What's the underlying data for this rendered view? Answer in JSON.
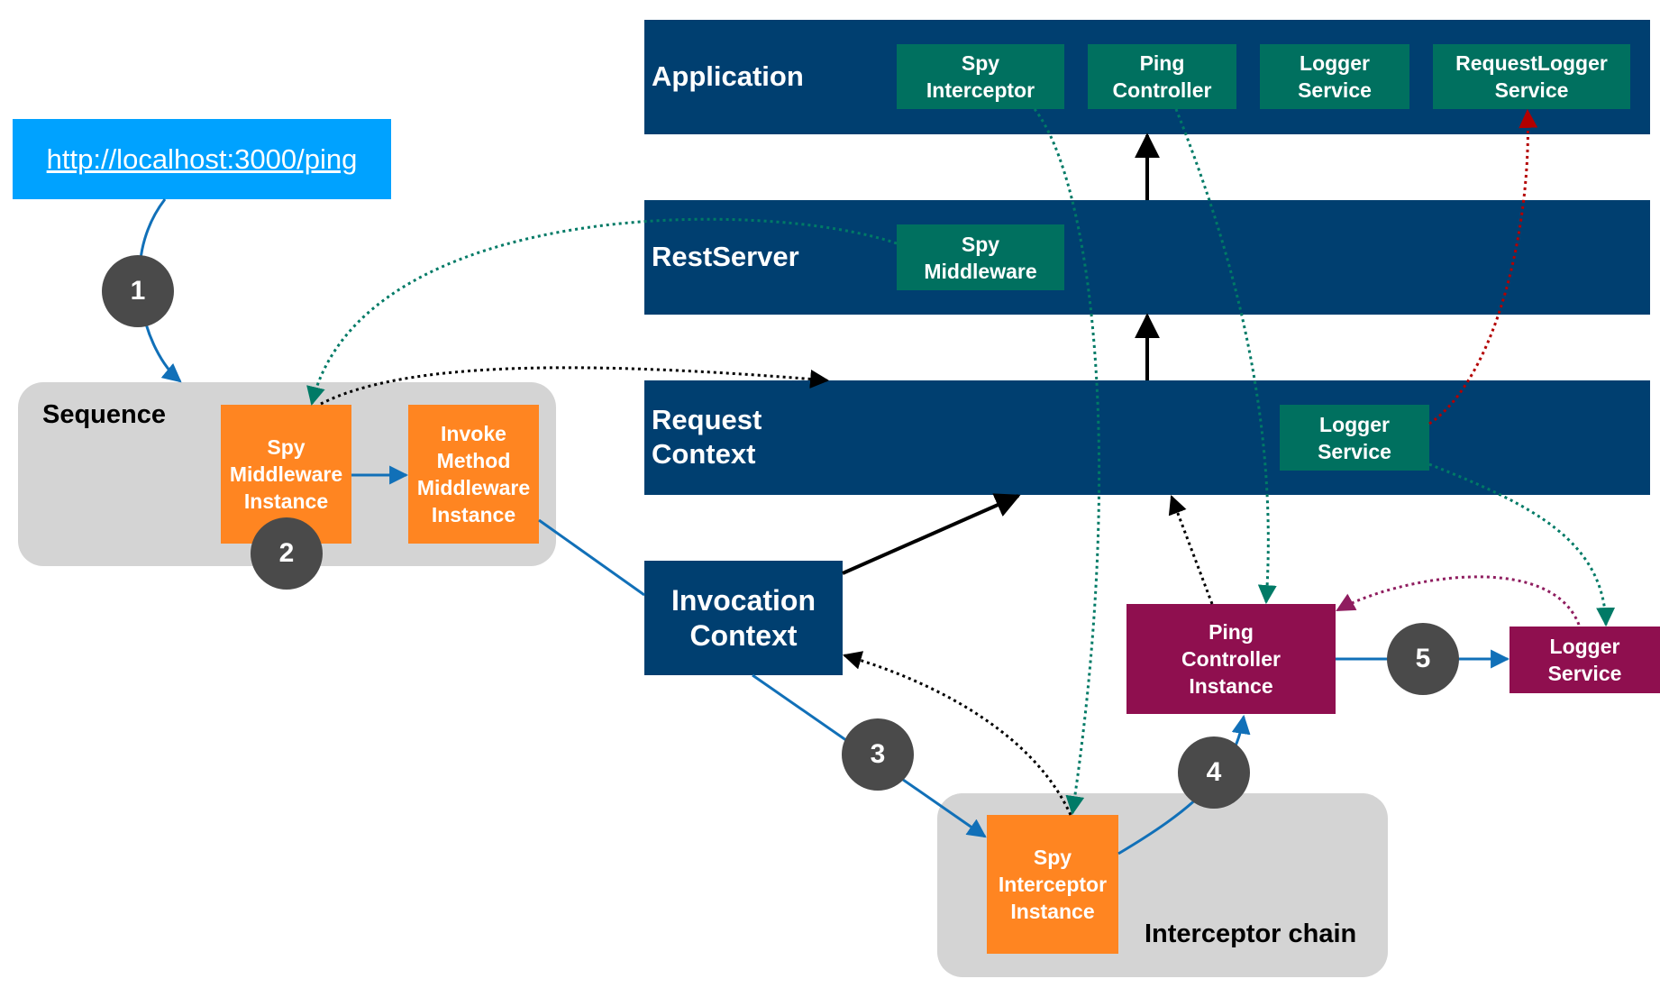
{
  "url": {
    "text": "http://localhost:3000/ping"
  },
  "contexts": {
    "application": "Application",
    "rest_server": "RestServer",
    "request": "Request\nContext"
  },
  "application_bindings": {
    "spy_interceptor": "Spy\nInterceptor",
    "ping_controller": "Ping\nController",
    "logger_service": "Logger\nService",
    "request_logger_service": "RequestLogger\nService"
  },
  "rest_server_bindings": {
    "spy_middleware": "Spy\nMiddleware"
  },
  "request_bindings": {
    "logger_service": "Logger\nService"
  },
  "sequence": {
    "label": "Sequence",
    "spy_middleware_instance": "Spy\nMiddleware\nInstance",
    "invoke_method_middleware_instance": "Invoke\nMethod\nMiddleware\nInstance"
  },
  "invocation_context": "Invocation\nContext",
  "interceptor_chain": {
    "label": "Interceptor chain",
    "spy_interceptor_instance": "Spy\nInterceptor\nInstance"
  },
  "ping_controller_instance": "Ping\nController\nInstance",
  "logger_service_instance": "Logger\nService",
  "steps": [
    "1",
    "2",
    "3",
    "4",
    "5"
  ],
  "colors": {
    "context": "#003f70",
    "binding": "#00705f",
    "middleware": "#ff8521",
    "instance": "#8f0f4f",
    "group": "#d4d4d4",
    "url": "#00a2ff",
    "step": "#4a4a4a",
    "flow_arrow": "#1170b8",
    "resolve_arrow": "#007a66",
    "create_arrow": "#b30000",
    "inject_arrow": "#8f1d5f",
    "parent_arrow": "#000000"
  }
}
